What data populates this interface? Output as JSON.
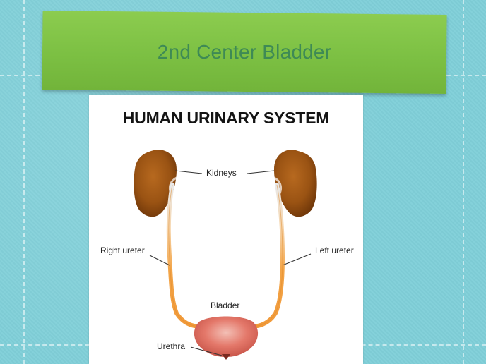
{
  "slide": {
    "title": "2nd Center Bladder"
  },
  "diagram": {
    "title": "HUMAN URINARY SYSTEM",
    "labels": {
      "kidneys": "Kidneys",
      "right_ureter": "Right ureter",
      "left_ureter": "Left ureter",
      "bladder": "Bladder",
      "urethra": "Urethra"
    }
  },
  "colors": {
    "background": "#7fcfd8",
    "banner": "#7cc043",
    "banner_text": "#3e8a55",
    "kidney": "#9a5313",
    "ureter": "#f3a548",
    "bladder": "#e4786a"
  }
}
